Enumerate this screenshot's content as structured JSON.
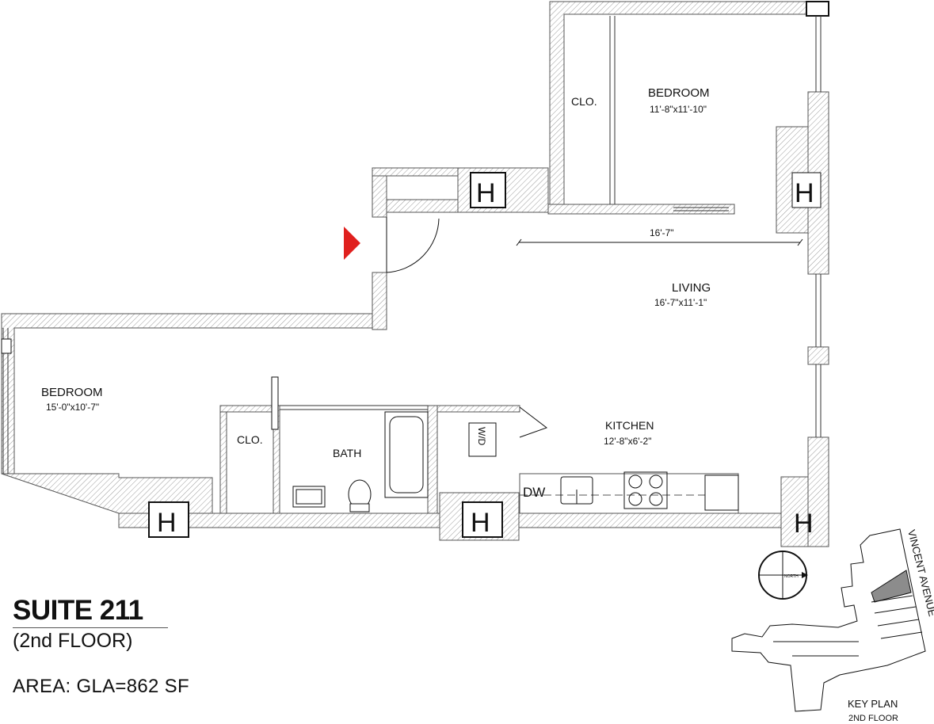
{
  "suite": {
    "title": "SUITE 211",
    "floor": "(2nd FLOOR)",
    "area": "AREA: GLA=862 SF"
  },
  "rooms": {
    "bedroom_1": {
      "name": "BEDROOM",
      "dims": "11'-8\"x11'-10\""
    },
    "bedroom_2": {
      "name": "BEDROOM",
      "dims": "15'-0\"x10'-7\""
    },
    "living": {
      "name": "LIVING",
      "dims": "16'-7\"x11'-1\""
    },
    "kitchen": {
      "name": "KITCHEN",
      "dims": "12'-8\"x6'-2\""
    },
    "closet_1": "CLO.",
    "closet_2": "CLO.",
    "bath": "BATH",
    "washer_dryer": "W/D",
    "dishwasher": "DW"
  },
  "dimension_line": "16'-7\"",
  "radiator_label": "H",
  "key_plan": {
    "title": "KEY PLAN",
    "floor": "2ND FLOOR",
    "street": "VINCENT AVENUE",
    "north": "NORTH"
  },
  "colors": {
    "entry_arrow": "#e0201e",
    "wall_hatch": "#9a9a9a",
    "highlighted_unit": "#8c8c8c"
  },
  "icons": [
    "entry-arrow-icon",
    "north-arrow-icon",
    "sink-icon",
    "toilet-icon",
    "bathtub-icon",
    "range-icon"
  ]
}
